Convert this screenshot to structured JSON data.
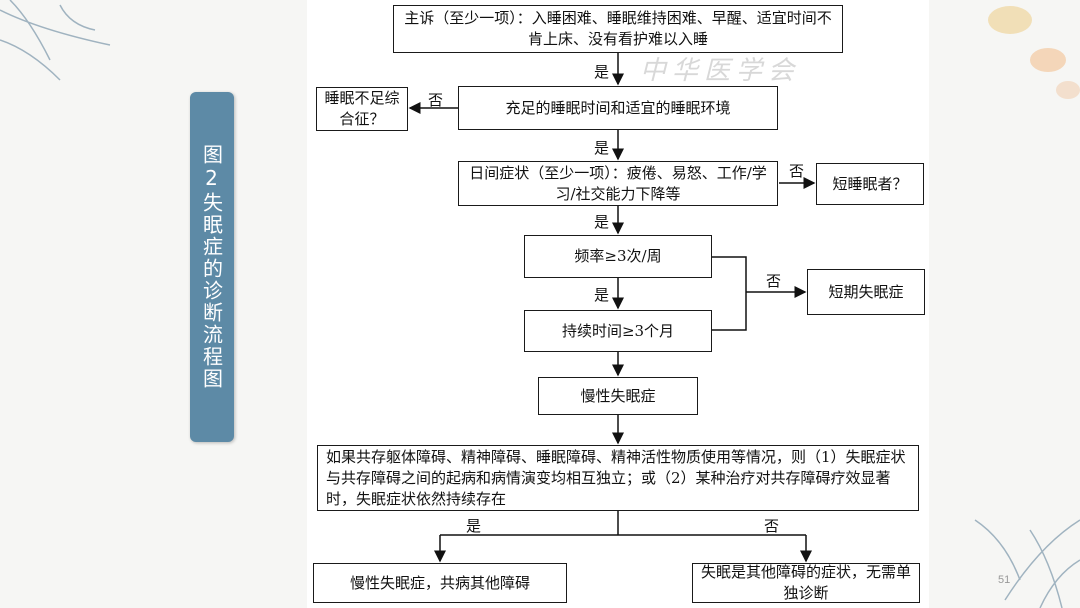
{
  "slide": {
    "vertical_title": "图2失眠症的诊断流程图",
    "page_number": "51"
  },
  "flowchart": {
    "chief_complaint": "主诉（至少一项）：入睡困难、睡眠维持困难、早醒、适宜时间不肯上床、没有看护难以入睡",
    "sufficient_sleep": "充足的睡眠时间和适宜的睡眠环境",
    "insufficient_sleep_syndrome": "睡眠不足综合征？",
    "daytime_symptoms": "日间症状（至少一项）：疲倦、易怒、工作/学习/社交能力下降等",
    "short_sleeper": "短睡眠者？",
    "frequency": "频率≥3次/周",
    "duration": "持续时间≥3个月",
    "short_term_insomnia": "短期失眠症",
    "chronic_insomnia": "慢性失眠症",
    "comorbid_condition": "如果共存躯体障碍、精神障碍、睡眠障碍、精神活性物质使用等情况，则（1）失眠症状与共存障碍之间的起病和病情演变均相互独立；或（2）某种治疗对共存障碍疗效显著时，失眠症状依然持续存在",
    "comorbid_result": "慢性失眠症，共病其他障碍",
    "symptom_result": "失眠是其他障碍的症状，无需单独诊断",
    "yes": "是",
    "no": "否"
  }
}
